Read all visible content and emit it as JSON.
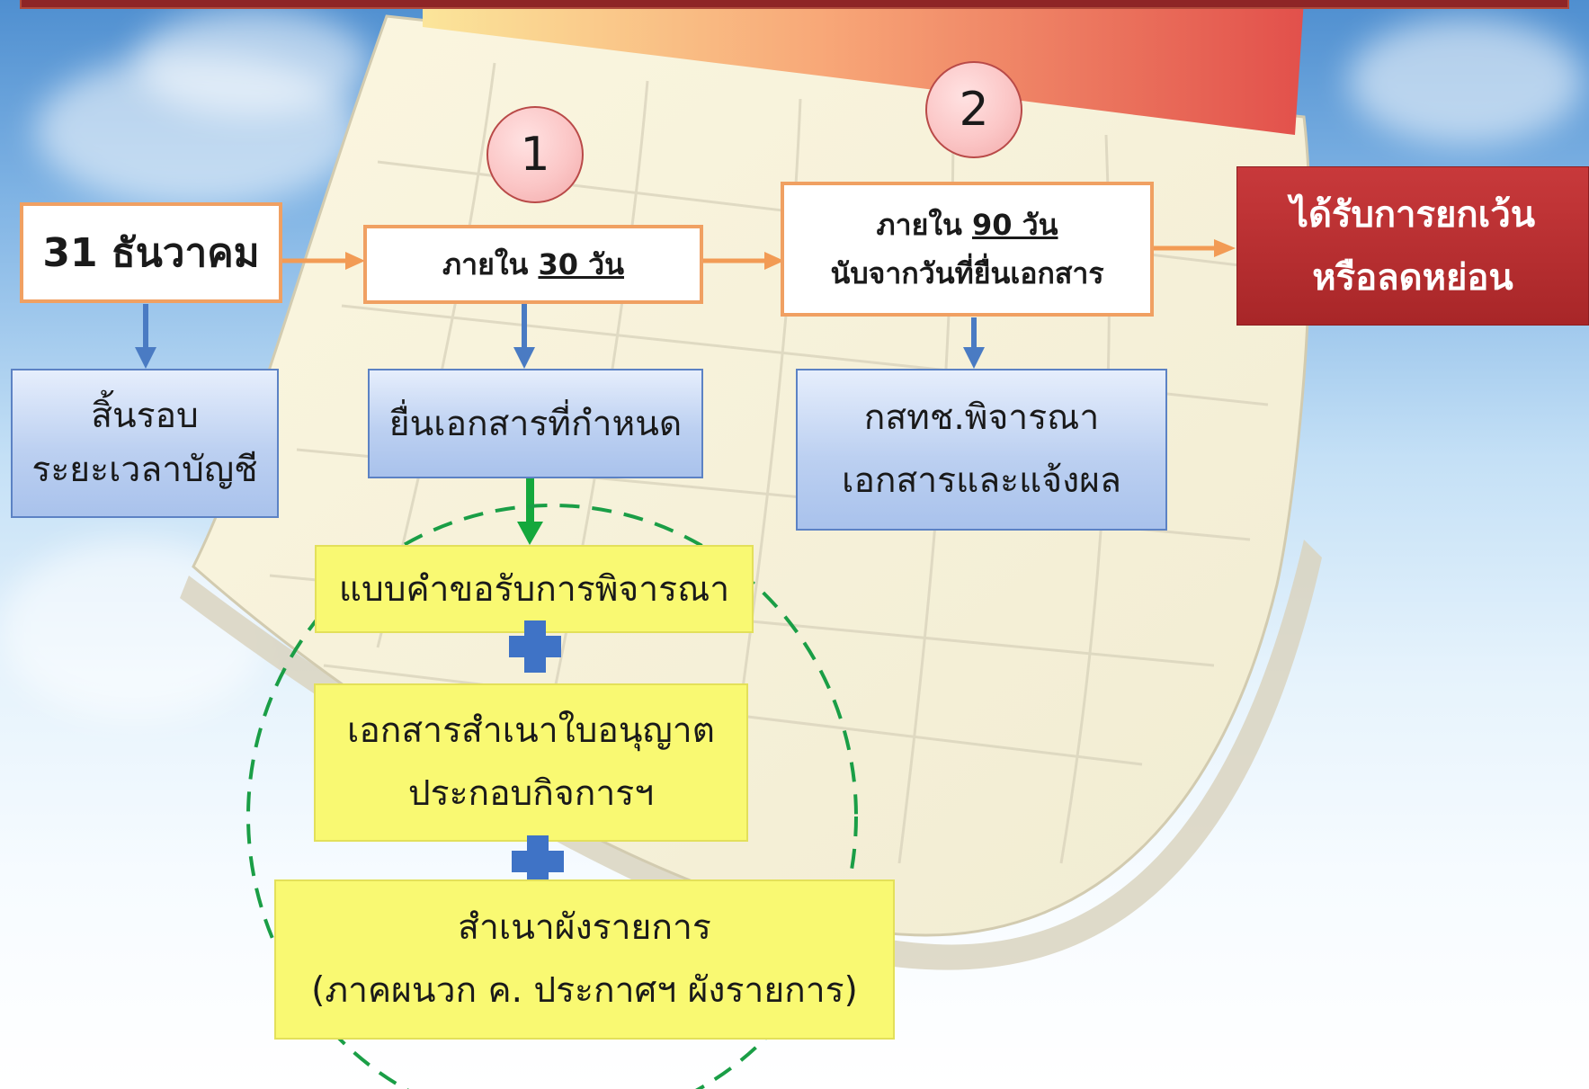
{
  "steps": {
    "one": "1",
    "two": "2"
  },
  "nodes": {
    "start": "31 ธันวาคม",
    "within30": {
      "prefix": "ภายใน ",
      "days": "30 วัน"
    },
    "within90": {
      "prefix": "ภายใน ",
      "days": "90 วัน",
      "line2": "นับจากวันที่ยื่นเอกสาร"
    },
    "result": {
      "line1": "ได้รับการยกเว้น",
      "line2": "หรือลดหย่อน"
    }
  },
  "actions": {
    "period_end": {
      "line1": "สิ้นรอบ",
      "line2": "ระยะเวลาบัญชี"
    },
    "submit_docs": "ยื่นเอกสารที่กำหนด",
    "review": {
      "line1": "กสทช.พิจารณา",
      "line2": "เอกสารและแจ้งผล"
    }
  },
  "documents": {
    "request_form": "แบบคำขอรับการพิจารณา",
    "license_copy": {
      "line1": "เอกสารสำเนาใบอนุญาต",
      "line2": "ประกอบกิจการฯ"
    },
    "chart_copy": {
      "line1": "สำเนาผังรายการ",
      "line2": "(ภาคผนวก ค. ประกาศฯ ผังรายการ)"
    }
  },
  "colors": {
    "flow_arrow": "#f29b55",
    "down_arrow": "#4a7bc3",
    "green_arrow": "#14a83c",
    "dashed_circle": "#1a9e46",
    "result_box": "#b32d2f",
    "plus": "#3f73c6"
  }
}
